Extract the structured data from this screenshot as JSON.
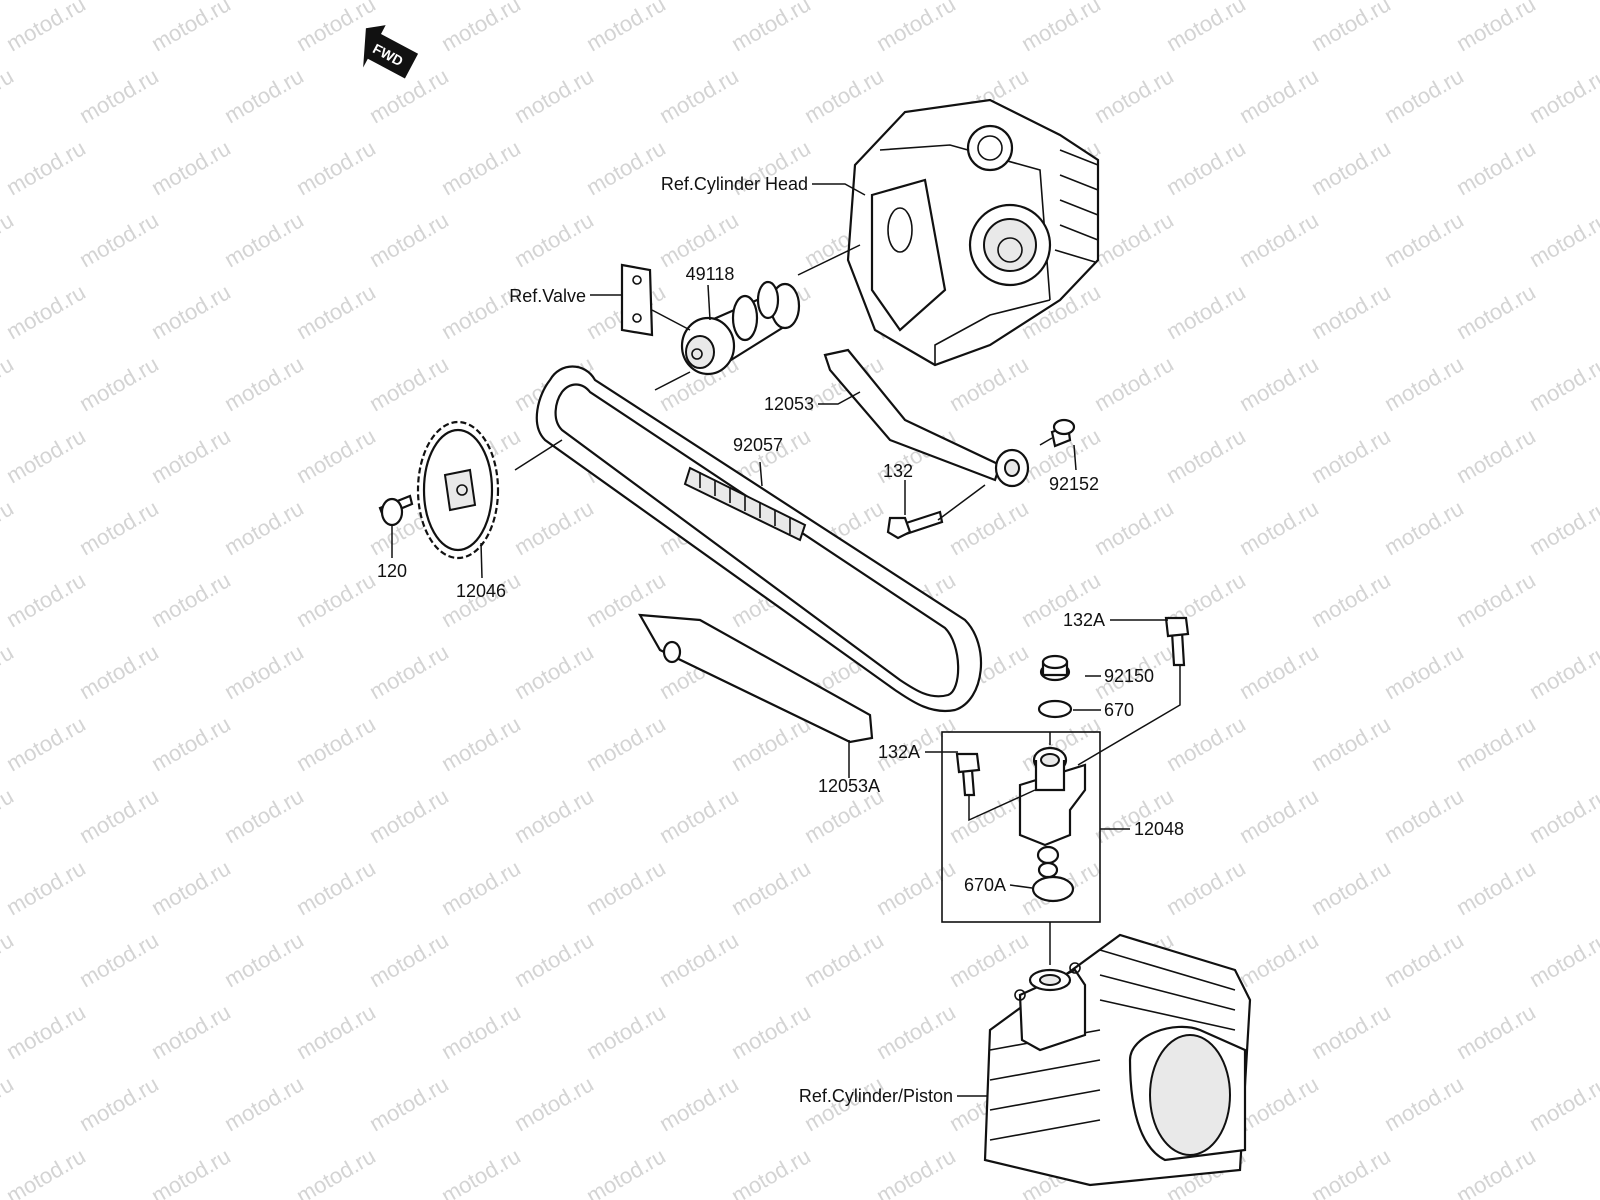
{
  "watermark": {
    "text": "motod.ru",
    "color": "#d4d4d4"
  },
  "fwd_label": "FWD",
  "callouts": {
    "ref_cylinder_head": "Ref.Cylinder Head",
    "ref_valve": "Ref.Valve",
    "p49118": "49118",
    "p12053": "12053",
    "p92057": "92057",
    "p132": "132",
    "p92152": "92152",
    "p120": "120",
    "p12046": "12046",
    "p132A_top": "132A",
    "p92150": "92150",
    "p670": "670",
    "p132A_left": "132A",
    "p12048": "12048",
    "p12053A": "12053A",
    "p670A": "670A",
    "ref_cylinder_piston": "Ref.Cylinder/Piston"
  },
  "colors": {
    "ink": "#111111",
    "paper": "#ffffff",
    "shade": "#e9e9e9"
  }
}
